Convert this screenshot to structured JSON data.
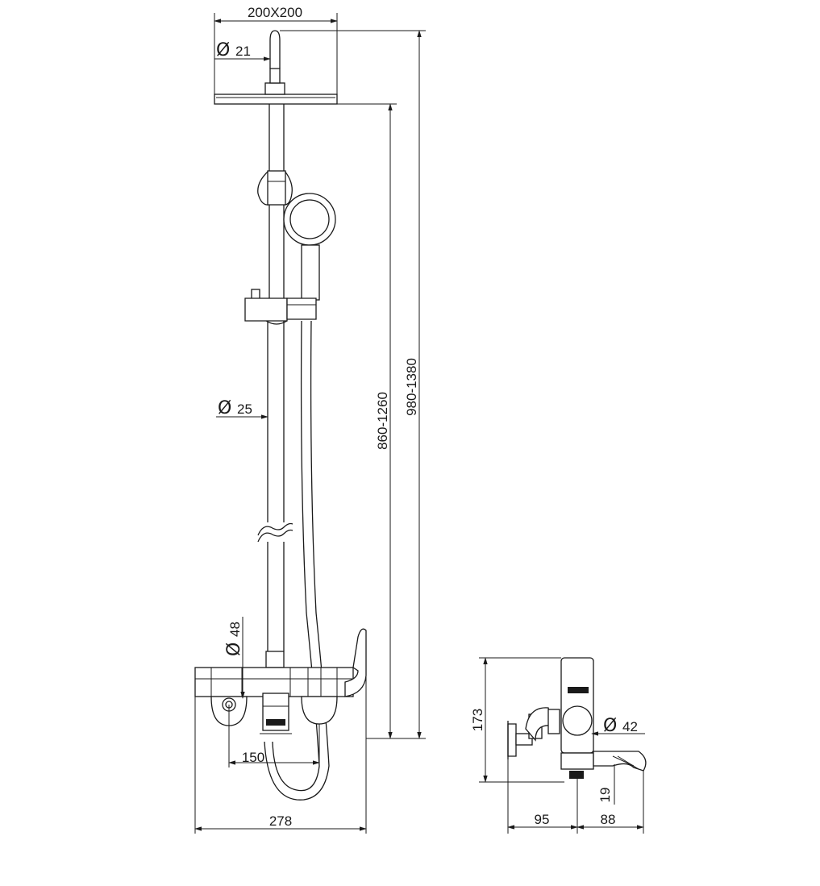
{
  "dimensions": {
    "head_size": "200X200",
    "arm_diameter": "21",
    "rail_diameter": "25",
    "mixer_diameter": "48",
    "spacing": "150",
    "total_width": "278",
    "rail_height": "860-1260",
    "total_height": "980-1380",
    "side_height": "173",
    "side_diameter": "42",
    "side_depth_1": "95",
    "side_depth_2": "88",
    "spout_size": "19"
  },
  "symbols": {
    "diameter": "Ø"
  }
}
